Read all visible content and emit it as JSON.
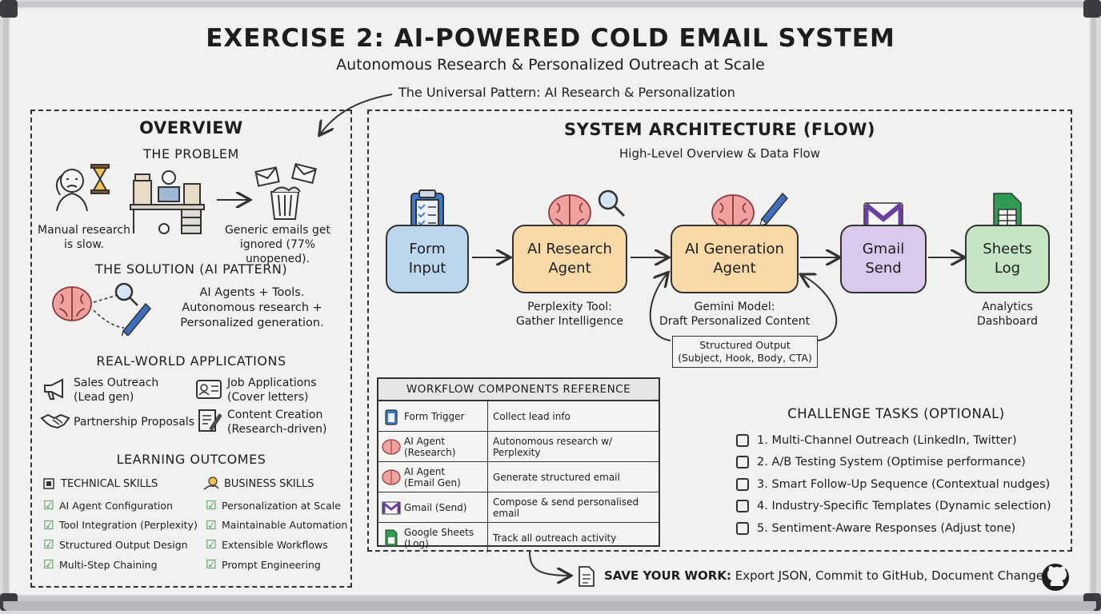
{
  "title": "EXERCISE 2: AI-POWERED COLD EMAIL SYSTEM",
  "subtitle": "Autonomous Research & Personalized Outreach at Scale",
  "pattern_note": "The Universal Pattern: AI Research & Personalization",
  "overview": {
    "heading": "OVERVIEW",
    "problem": {
      "heading": "THE PROBLEM",
      "left_caption": [
        "Manual research",
        "is slow."
      ],
      "right_caption": [
        "Generic emails get",
        "ignored (77% unopened)."
      ]
    },
    "solution": {
      "heading": "THE SOLUTION (AI PATTERN)",
      "text": [
        "AI Agents + Tools.",
        "Autonomous research +",
        "Personalized generation."
      ]
    },
    "applications": {
      "heading": "REAL-WORLD APPLICATIONS",
      "items": [
        {
          "icon": "megaphone-icon",
          "lines": [
            "Sales Outreach",
            "(Lead gen)"
          ]
        },
        {
          "icon": "id-card-icon",
          "lines": [
            "Job Applications",
            "(Cover letters)"
          ]
        },
        {
          "icon": "handshake-icon",
          "lines": [
            "Partnership Proposals"
          ]
        },
        {
          "icon": "document-pen-icon",
          "lines": [
            "Content Creation",
            "(Research-driven)"
          ]
        }
      ]
    },
    "outcomes": {
      "heading": "LEARNING OUTCOMES",
      "technical_label": "TECHNICAL SKILLS",
      "business_label": "BUSINESS SKILLS",
      "technical": [
        "AI Agent Configuration",
        "Tool Integration (Perplexity)",
        "Structured Output Design",
        "Multi-Step Chaining"
      ],
      "business": [
        "Personalization at Scale",
        "Maintainable Automation",
        "Extensible Workflows",
        "Prompt Engineering"
      ]
    }
  },
  "architecture": {
    "heading": "SYSTEM ARCHITECTURE (FLOW)",
    "subheading": "High-Level Overview & Data Flow",
    "nodes": [
      {
        "lines": [
          "Form",
          "Input"
        ],
        "caption": [],
        "color": "#bcd6ee",
        "icon": "clipboard-icon"
      },
      {
        "lines": [
          "AI Research",
          "Agent"
        ],
        "caption": [
          "Perplexity Tool:",
          "Gather Intelligence"
        ],
        "color": "#f8d9a8",
        "icon": "brain-magnifier-icon"
      },
      {
        "lines": [
          "AI Generation",
          "Agent"
        ],
        "caption": [
          "Gemini Model:",
          "Draft Personalized Content"
        ],
        "color": "#f8d9a8",
        "icon": "brain-pen-icon"
      },
      {
        "lines": [
          "Gmail",
          "Send"
        ],
        "caption": [],
        "color": "#d9c9ec",
        "icon": "gmail-icon"
      },
      {
        "lines": [
          "Sheets",
          "Log"
        ],
        "caption": [
          "Analytics",
          "Dashboard"
        ],
        "color": "#c6e5c4",
        "icon": "sheets-icon"
      }
    ],
    "structured_output": [
      "Structured Output",
      "(Subject, Hook, Body, CTA)"
    ]
  },
  "reference": {
    "heading": "WORKFLOW COMPONENTS REFERENCE",
    "rows": [
      {
        "icon": "clipboard-icon",
        "name": [
          "Form Trigger"
        ],
        "desc": "Collect lead info"
      },
      {
        "icon": "brain-icon",
        "name": [
          "AI Agent",
          "(Research)"
        ],
        "desc": "Autonomous research w/ Perplexity"
      },
      {
        "icon": "brain-icon",
        "name": [
          "AI Agent",
          "(Email Gen)"
        ],
        "desc": "Generate structured email"
      },
      {
        "icon": "gmail-icon",
        "name": [
          "Gmail (Send)"
        ],
        "desc": "Compose & send personalised email"
      },
      {
        "icon": "sheets-icon",
        "name": [
          "Google Sheets",
          "(Log)"
        ],
        "desc": "Track all outreach activity"
      }
    ]
  },
  "challenges": {
    "heading": "CHALLENGE TASKS (OPTIONAL)",
    "items": [
      "1. Multi-Channel Outreach (LinkedIn, Twitter)",
      "2. A/B Testing System (Optimise performance)",
      "3. Smart Follow-Up Sequence (Contextual nudges)",
      "4. Industry-Specific Templates (Dynamic selection)",
      "5. Sentiment-Aware Responses (Adjust tone)"
    ]
  },
  "footer": {
    "bold": "SAVE YOUR WORK:",
    "text": "Export JSON, Commit to GitHub, Document Changes"
  }
}
